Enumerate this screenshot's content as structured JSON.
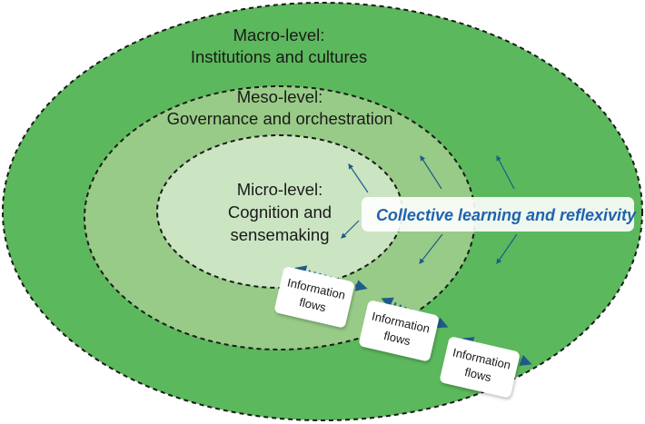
{
  "levels": {
    "macro": {
      "line1": "Macro-level:",
      "line2": "Institutions and cultures",
      "fill": "#5cb85c"
    },
    "meso": {
      "line1": "Meso-level:",
      "line2": "Governance and orchestration",
      "fill": "#98cb87"
    },
    "micro": {
      "line1": "Micro-level:",
      "line2": "Cognition and",
      "line3": "sensemaking",
      "fill": "#cbe5c2"
    }
  },
  "collective": {
    "label": "Collective learning and reflexivity",
    "color": "#1f63ad"
  },
  "info_flows": [
    {
      "line1": "Information",
      "line2": "flows"
    },
    {
      "line1": "Information",
      "line2": "flows"
    },
    {
      "line1": "Information",
      "line2": "flows"
    }
  ],
  "colors": {
    "arrow": "#1f5b8a",
    "outline": "#1a1a1a"
  }
}
